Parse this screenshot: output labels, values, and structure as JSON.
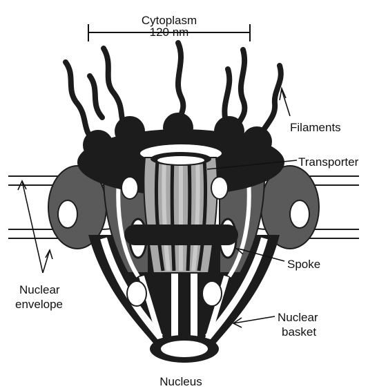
{
  "labels": {
    "top": "Cytoplasm",
    "scale": "120 nm",
    "filaments": "Filaments",
    "transporter": "Transporter",
    "spoke": "Spoke",
    "envelope_line1": "Nuclear",
    "envelope_line2": "envelope",
    "basket_line1": "Nuclear",
    "basket_line2": "basket",
    "bottom": "Nucleus"
  },
  "colors": {
    "dark": "#1c1c1c",
    "mid": "#5a5a5a",
    "light": "#a8a8a8",
    "lighter": "#c9c9c9",
    "white": "#ffffff"
  }
}
